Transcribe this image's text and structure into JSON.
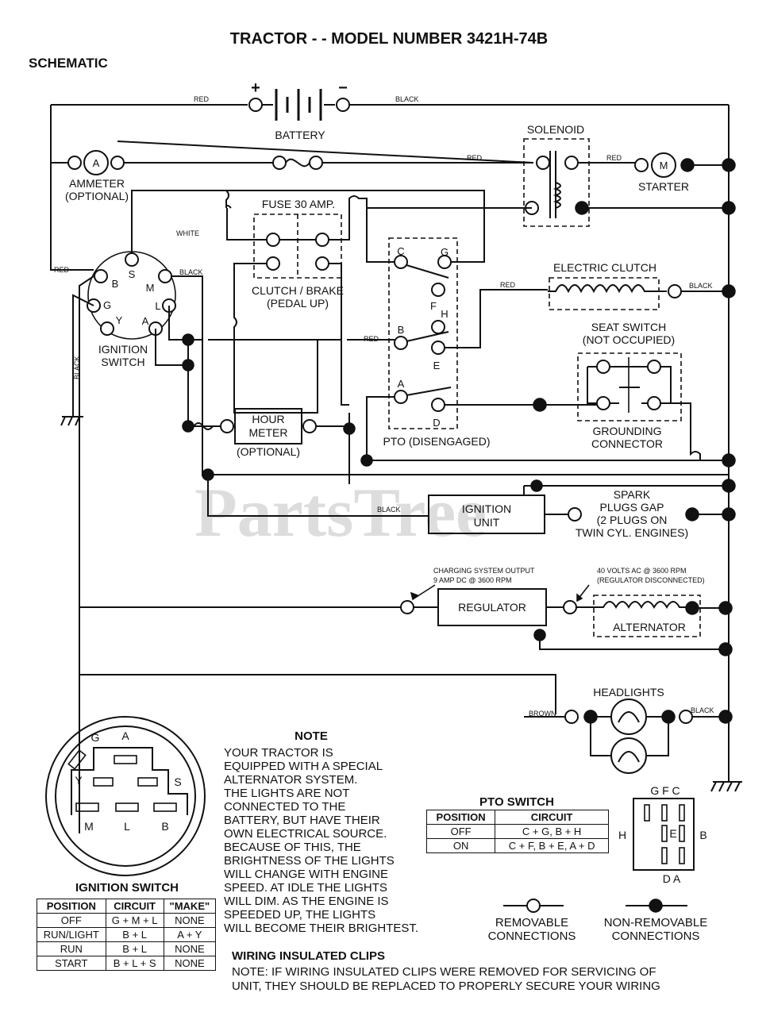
{
  "title": "TRACTOR - - MODEL NUMBER 3421H-74B",
  "subtitle": "SCHEMATIC",
  "watermark": "PartsTree",
  "components": {
    "battery": "BATTERY",
    "plus": "+",
    "minus": "−",
    "solenoid": "SOLENOID",
    "starter": "STARTER",
    "starter_symbol": "M",
    "ammeter_1": "AMMETER",
    "ammeter_2": "(OPTIONAL)",
    "ammeter_symbol": "A",
    "fuse": "FUSE 30 AMP.",
    "clutch_brake_1": "CLUTCH / BRAKE",
    "clutch_brake_2": "(PEDAL UP)",
    "electric_clutch": "ELECTRIC CLUTCH",
    "seat_switch_1": "SEAT SWITCH",
    "seat_switch_2": "(NOT OCCUPIED)",
    "grounding_1": "GROUNDING",
    "grounding_2": "CONNECTOR",
    "ignition_switch_1": "IGNITION",
    "ignition_switch_2": "SWITCH",
    "hour_meter_1": "HOUR",
    "hour_meter_2": "METER",
    "hour_meter_3": "(OPTIONAL)",
    "pto": "PTO (DISENGAGED)",
    "ignition_unit_1": "IGNITION",
    "ignition_unit_2": "UNIT",
    "spark_1": "SPARK",
    "spark_2": "PLUGS GAP",
    "spark_3": "(2 PLUGS ON",
    "spark_4": "TWIN CYL. ENGINES)",
    "charging_1": "CHARGING SYSTEM OUTPUT",
    "charging_2": "9 AMP DC @ 3600 RPM",
    "ac_1": "40 VOLTS AC @ 3600 RPM",
    "ac_2": "(REGULATOR DISCONNECTED)",
    "regulator": "REGULATOR",
    "alternator": "ALTERNATOR",
    "headlights": "HEADLIGHTS"
  },
  "wire_colors": {
    "red": "RED",
    "black": "BLACK",
    "white": "WHITE",
    "brown": "BROWN"
  },
  "terminals": {
    "ign": [
      "S",
      "B",
      "M",
      "G",
      "L",
      "Y",
      "A"
    ],
    "pto": [
      "C",
      "G",
      "F",
      "H",
      "B",
      "E",
      "A",
      "D"
    ]
  },
  "note": {
    "heading": "NOTE",
    "lines": [
      "YOUR TRACTOR IS",
      "EQUIPPED WITH A SPECIAL",
      "ALTERNATOR SYSTEM.",
      "THE LIGHTS ARE NOT",
      "CONNECTED TO THE",
      "BATTERY, BUT HAVE THEIR",
      "OWN ELECTRICAL SOURCE.",
      "BECAUSE OF THIS, THE",
      "BRIGHTNESS OF THE LIGHTS",
      "WILL CHANGE WITH ENGINE",
      "SPEED.  AT IDLE THE LIGHTS",
      "WILL DIM.  AS THE ENGINE IS",
      "SPEEDED UP, THE LIGHTS",
      "WILL BECOME THEIR BRIGHTEST."
    ]
  },
  "ignition_table": {
    "caption": "IGNITION SWITCH",
    "headers": [
      "POSITION",
      "CIRCUIT",
      "\"MAKE\""
    ],
    "rows": [
      [
        "OFF",
        "G + M + L",
        "NONE"
      ],
      [
        "RUN/LIGHT",
        "B + L",
        "A + Y"
      ],
      [
        "RUN",
        "B + L",
        "NONE"
      ],
      [
        "START",
        "B + L + S",
        "NONE"
      ]
    ]
  },
  "pto_table": {
    "caption": "PTO SWITCH",
    "headers": [
      "POSITION",
      "CIRCUIT"
    ],
    "rows": [
      [
        "OFF",
        "C + G, B + H"
      ],
      [
        "ON",
        "C + F, B + E, A + D"
      ]
    ]
  },
  "connector_letters": {
    "top": "G F C",
    "left": "H",
    "right": "B",
    "center": "E",
    "bottom": "D A"
  },
  "ignition_diagram_letters": [
    "G",
    "A",
    "Y",
    "S",
    "M",
    "L",
    "B"
  ],
  "legend": {
    "removable_1": "REMOVABLE",
    "removable_2": "CONNECTIONS",
    "nonremovable_1": "NON-REMOVABLE",
    "nonremovable_2": "CONNECTIONS"
  },
  "clips": {
    "heading": "WIRING INSULATED CLIPS",
    "line1": "NOTE: IF WIRING INSULATED CLIPS WERE REMOVED FOR SERVICING OF",
    "line2": "UNIT, THEY SHOULD BE REPLACED TO PROPERLY SECURE YOUR WIRING"
  }
}
